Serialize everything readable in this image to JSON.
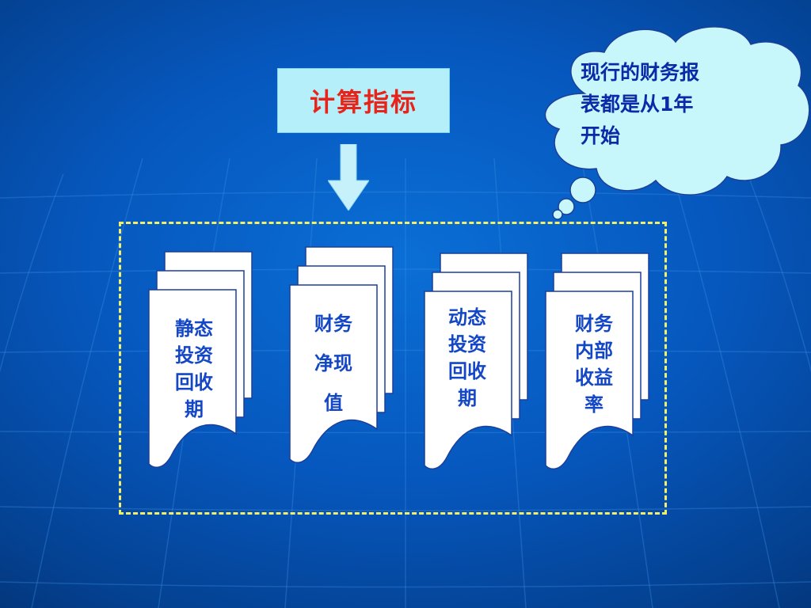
{
  "title": "计算指标",
  "cloud": {
    "lines": [
      "现行的财务报",
      "表都是从1年",
      "开始"
    ]
  },
  "documents": [
    {
      "label": "静态\n投资\n回收\n期"
    },
    {
      "label": "财务\n净现\n值"
    },
    {
      "label": "动态\n投资\n回收\n期"
    },
    {
      "label": "财务\n内部\n收益\n率"
    }
  ],
  "colors": {
    "title_text": "#e8231a",
    "title_box": "#b5f0fa",
    "cloud_fill": "#c7f7fb",
    "cloud_text": "#0b2aa8",
    "frame_dash": "#f2ef6a",
    "doc_text": "#1447c6",
    "arrow_fill": "#c6f1fb"
  }
}
